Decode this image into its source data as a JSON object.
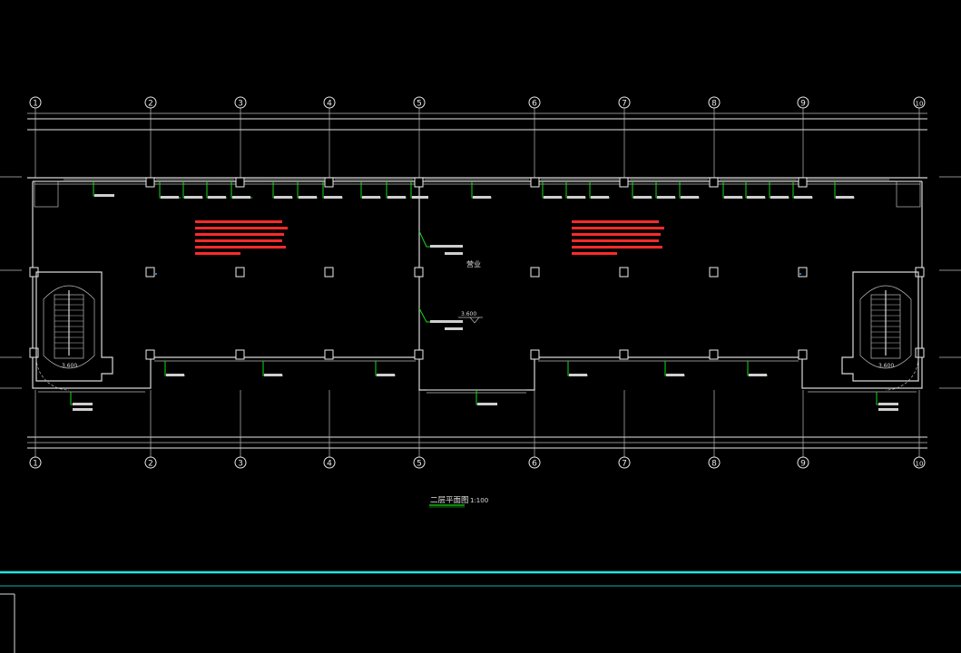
{
  "drawing": {
    "title": "二层平面图",
    "scale": "1:100",
    "axis_labels": [
      "1",
      "2",
      "3",
      "4",
      "5",
      "6",
      "7",
      "8",
      "9",
      "10"
    ],
    "room_label": "营业",
    "elevations": {
      "center": "3.600",
      "stair_left": "3.600",
      "stair_right": "3.600"
    },
    "colors": {
      "background": "#000000",
      "lines": "#e8e8e8",
      "notes_red": "#ff2a2a",
      "leaders_green": "#1cd61c",
      "frame_cyan": "#1fe6e6"
    }
  }
}
